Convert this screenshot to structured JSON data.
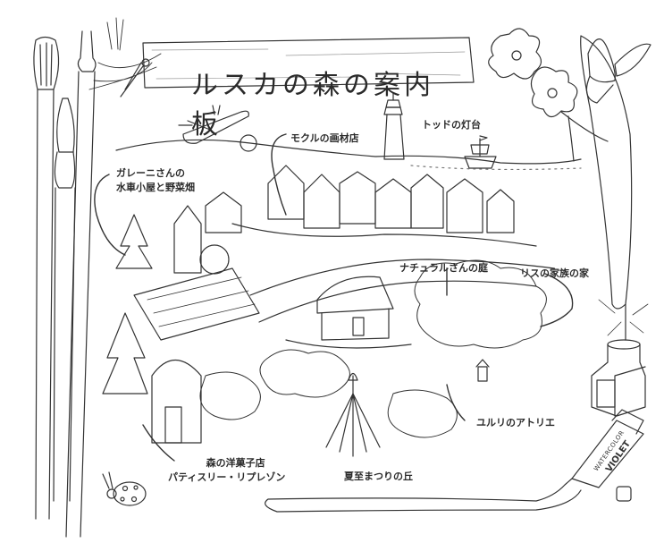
{
  "title": "ルスカの森の案内板",
  "labels": {
    "lighthouse": "トッドの灯台",
    "art_shop": "モクルの画材店",
    "watermill": [
      "ガレーニさんの",
      "水車小屋と野菜畑"
    ],
    "garden": "ナチュラルさんの庭",
    "squirrel_house": "リスの家族の家",
    "atelier": "ユルリのアトリエ",
    "pastry_shop": [
      "森の洋菓子店",
      "パティスリー・リプレゾン"
    ],
    "festival_hill": "夏至まつりの丘"
  },
  "paint_tube": {
    "brand": "WATERCOLOR",
    "color_name": "VIOLET"
  },
  "colors": {
    "ink": "#2b2b2b",
    "paper": "#ffffff"
  }
}
